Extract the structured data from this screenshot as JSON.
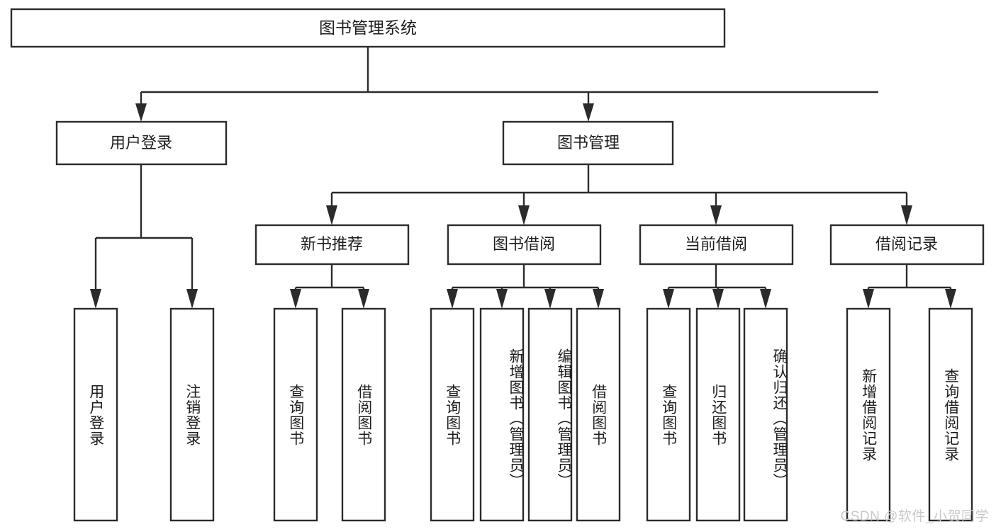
{
  "diagram": {
    "title_node": {
      "label": "图书管理系统"
    },
    "level2": [
      {
        "id": "user-login",
        "label": "用户登录"
      },
      {
        "id": "book-management",
        "label": "图书管理"
      }
    ],
    "level3": [
      {
        "id": "new-book-recommend",
        "label": "新书推荐"
      },
      {
        "id": "book-borrow",
        "label": "图书借阅"
      },
      {
        "id": "current-borrow",
        "label": "当前借阅"
      },
      {
        "id": "borrow-record",
        "label": "借阅记录"
      }
    ],
    "leaves": [
      {
        "id": "leaf-user-login",
        "label": "用户登录",
        "parent": "user-login"
      },
      {
        "id": "leaf-logout-login",
        "label": "注销登录",
        "parent": "user-login"
      },
      {
        "id": "leaf-query-book-1",
        "label": "查询图书",
        "parent": "new-book-recommend"
      },
      {
        "id": "leaf-borrow-book-1",
        "label": "借阅图书",
        "parent": "new-book-recommend"
      },
      {
        "id": "leaf-query-book-2",
        "label": "查询图书",
        "parent": "book-borrow"
      },
      {
        "id": "leaf-add-book-admin",
        "label": "新增图书（管理员）",
        "parent": "book-borrow"
      },
      {
        "id": "leaf-edit-book-admin",
        "label": "编辑图书（管理员）",
        "parent": "book-borrow"
      },
      {
        "id": "leaf-borrow-book-2",
        "label": "借阅图书",
        "parent": "book-borrow"
      },
      {
        "id": "leaf-query-book-3",
        "label": "查询图书",
        "parent": "current-borrow"
      },
      {
        "id": "leaf-return-book",
        "label": "归还图书",
        "parent": "current-borrow"
      },
      {
        "id": "leaf-confirm-return-admin",
        "label": "确认归还（管理员）",
        "parent": "current-borrow"
      },
      {
        "id": "leaf-add-borrow-record",
        "label": "新增借阅记录",
        "parent": "borrow-record"
      },
      {
        "id": "leaf-query-borrow-record",
        "label": "查询借阅记录",
        "parent": "borrow-record"
      }
    ],
    "watermark": "CSDN @软件_小贺同学",
    "colors": {
      "stroke": "#2b2b2b",
      "box_fill": "#ffffff",
      "text": "#1d1d1d",
      "background": "#ffffff",
      "watermark": "#c9c9c9"
    }
  }
}
